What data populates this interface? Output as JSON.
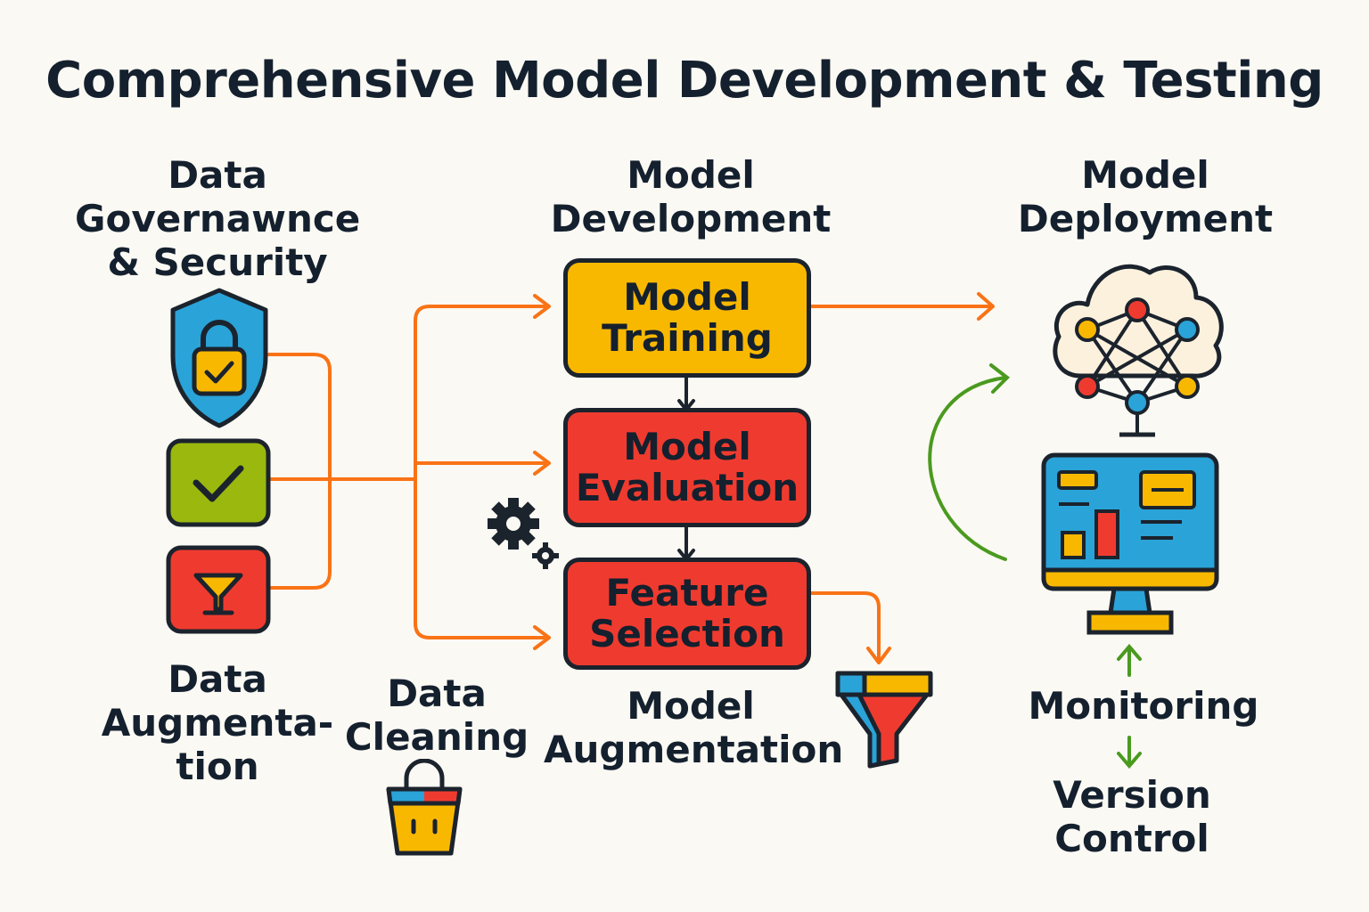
{
  "title": "Comprehensive Model Development & Testing",
  "headings": {
    "governance": [
      "Data",
      "Governawnce",
      "& Security"
    ],
    "development": [
      "Model",
      "Development"
    ],
    "deployment": [
      "Model",
      "Deployment"
    ]
  },
  "boxes": {
    "training": [
      "Model",
      "Training"
    ],
    "evaluation": [
      "Model",
      "Evaluation"
    ],
    "feature": [
      "Feature",
      "Selection"
    ]
  },
  "labels": {
    "data_augmentation": [
      "Data",
      "Augmenta-",
      "tion"
    ],
    "data_cleaning": [
      "Data",
      "Cleaning"
    ],
    "model_augmentation": [
      "Model",
      "Augmentation"
    ],
    "monitoring": [
      "Monitoring"
    ],
    "version_control": [
      "Version",
      "Control"
    ]
  },
  "colors": {
    "background": "#fbf9f3",
    "orange_arrow": "#f97316",
    "green_arrow": "#4a9a1f",
    "yellow": "#f9b800",
    "red": "#ef3b2f",
    "blue": "#2aa3d8",
    "lime": "#9ab80e",
    "outline": "#1b232d"
  },
  "icons": {
    "shield": "shield-lock-icon",
    "check": "check-icon",
    "filter": "filter-icon",
    "gears": "gears-icon",
    "funnel": "funnel-icon",
    "bucket": "bucket-icon",
    "cloud": "cloud-network-icon",
    "monitor": "monitor-dashboard-icon"
  }
}
